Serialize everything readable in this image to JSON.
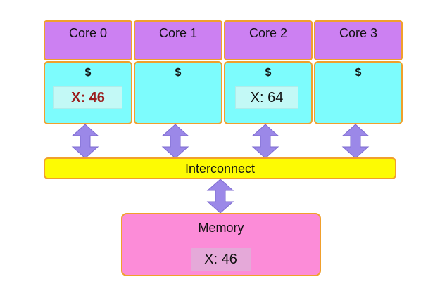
{
  "cores": [
    {
      "label": "Core 0",
      "cache_label": "$",
      "cache_value": "X: 46",
      "cache_value_state": "stale"
    },
    {
      "label": "Core 1",
      "cache_label": "$",
      "cache_value": ""
    },
    {
      "label": "Core 2",
      "cache_label": "$",
      "cache_value": "X: 64",
      "cache_value_state": "current"
    },
    {
      "label": "Core 3",
      "cache_label": "$",
      "cache_value": ""
    }
  ],
  "interconnect": {
    "label": "Interconnect"
  },
  "memory": {
    "label": "Memory",
    "value": "X: 46"
  },
  "colors": {
    "core": "#cc80f2",
    "cache": "#7dfcfd",
    "cache_value_bg": "#c3f9f6",
    "interconnect": "#fdfb03",
    "memory": "#fc8cd8",
    "memory_value_bg": "#e5a9d9",
    "border": "#f0a02c",
    "arrow": "#9b88e8",
    "stale_value_text": "#9b1c1c"
  },
  "icons": {
    "bus_arrow": "double-headed-vertical-arrow"
  }
}
